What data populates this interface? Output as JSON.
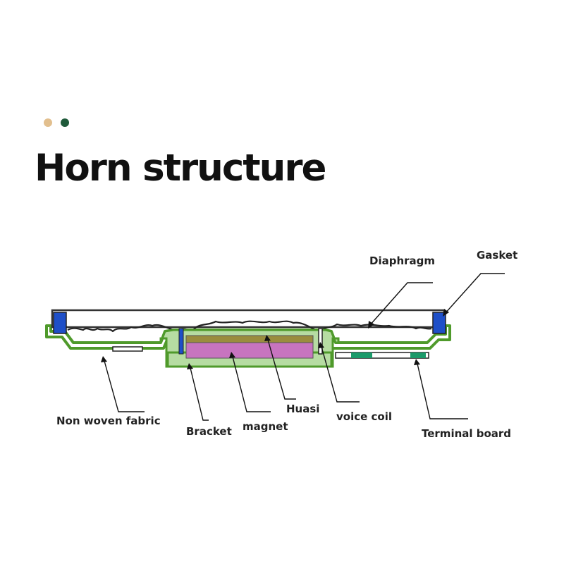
{
  "title": "Horn structure",
  "accent_colors": {
    "dot_tan": "#e2bf8e",
    "dot_green": "#1f5a3a",
    "frame_green": "#4f9a2b",
    "bracket_fill": "#b6dca2",
    "gasket_blue": "#1e4fc8",
    "magnet_purple": "#c774bf",
    "huasi_olive": "#9a8d3e",
    "terminal_green": "#1b9a6a"
  },
  "labels": {
    "diaphragm": "Diaphragm",
    "gasket": "Gasket",
    "non_woven_fabric": "Non woven fabric",
    "bracket": "Bracket",
    "magnet": "magnet",
    "huasi": "Huasi",
    "voice_coil": "voice coil",
    "terminal_board": "Terminal board"
  }
}
